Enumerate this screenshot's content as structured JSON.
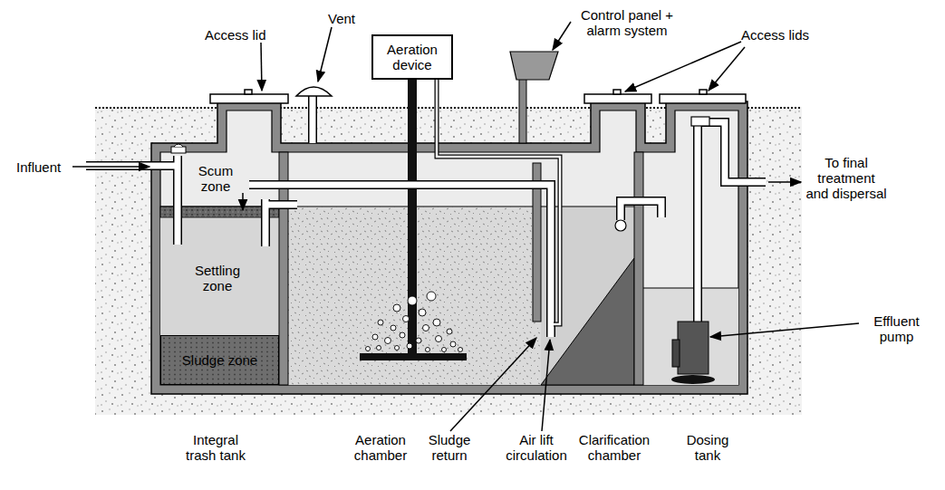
{
  "diagram": {
    "nodes": [
      {
        "text": [
          "Aeration device"
        ]
      },
      {
        "text": [
          "Sludge zone"
        ]
      }
    ],
    "labels": [
      "Access lid",
      "Vent",
      "Control panel + alarm system",
      "Access lids",
      "Influent",
      "Scum zone",
      "Settling zone",
      "To final treatment and dispersal",
      "Effluent pump",
      "Integral trash tank",
      "Aeration chamber",
      "Sludge return",
      "Air lift circulation",
      "Clarification chamber",
      "Dosing tank"
    ]
  }
}
